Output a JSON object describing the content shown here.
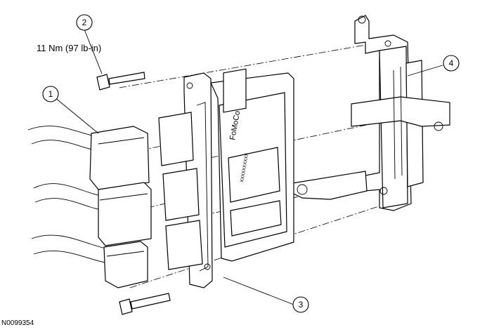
{
  "callouts": [
    {
      "number": "1"
    },
    {
      "number": "2"
    },
    {
      "number": "3"
    },
    {
      "number": "4"
    }
  ],
  "torque_spec": "11 Nm (97 lb-in)",
  "module_text": "FoMoCo",
  "module_code": "XXXXXXXXXX",
  "figure_id": "N0099354"
}
